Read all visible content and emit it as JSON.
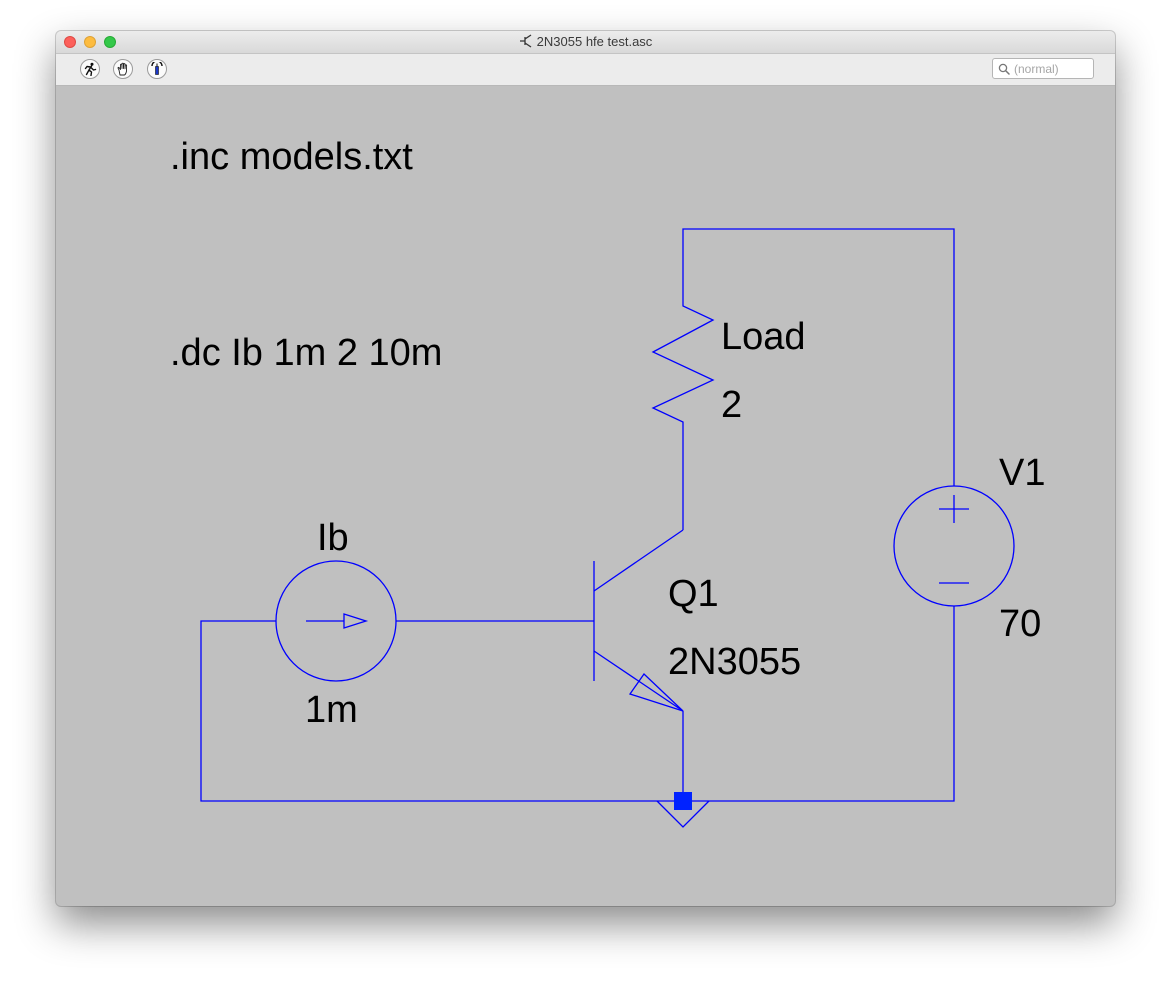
{
  "window": {
    "title": "2N3055 hfe test.asc"
  },
  "toolbar": {
    "search_placeholder": "(normal)"
  },
  "schematic": {
    "directives": {
      "include": ".inc models.txt",
      "dc_sweep": ".dc Ib 1m 2 10m"
    },
    "resistor": {
      "name": "Load",
      "value": "2"
    },
    "transistor": {
      "name": "Q1",
      "model": "2N3055"
    },
    "voltage_source": {
      "name": "V1",
      "value": "70"
    },
    "current_source": {
      "name": "Ib",
      "value": "1m"
    }
  },
  "colors": {
    "canvas": "#c0c0c0",
    "wire": "#0000ff",
    "ground_junction": "#0022ff",
    "text": "#000000"
  }
}
